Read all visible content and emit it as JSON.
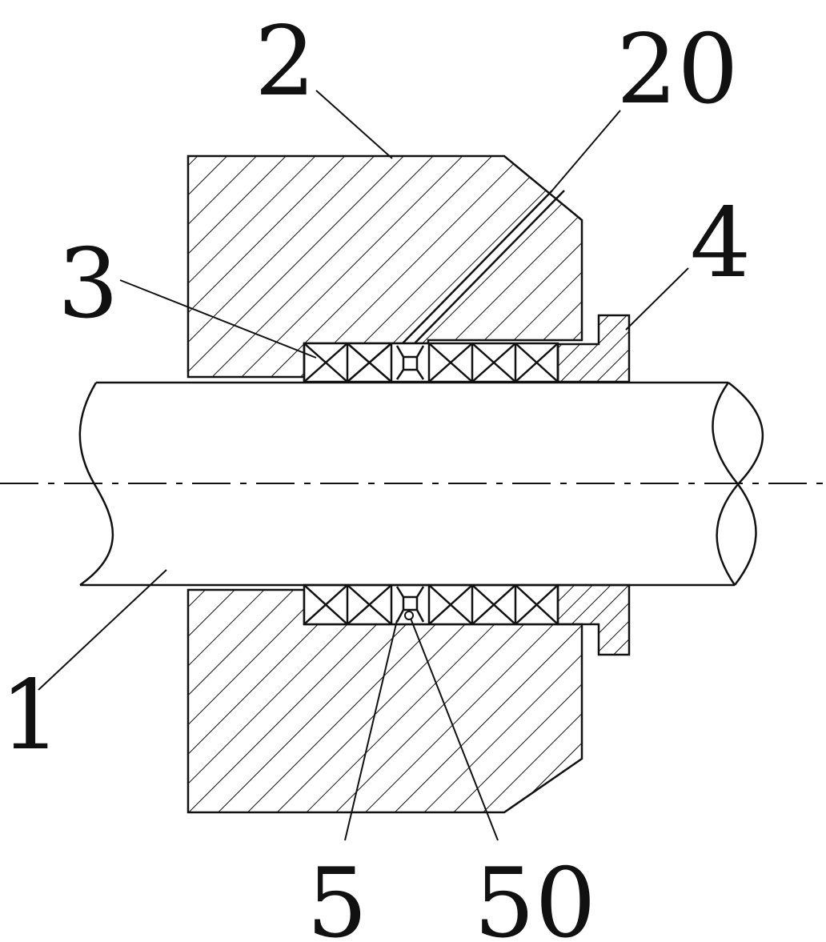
{
  "colors": {
    "line": "#111111",
    "background": "#ffffff"
  },
  "labels": {
    "shaft": "1",
    "housing": "2",
    "packing": "3",
    "gland": "4",
    "lantern_ring": "5",
    "oil_channel": "20",
    "lantern_hole": "50"
  }
}
